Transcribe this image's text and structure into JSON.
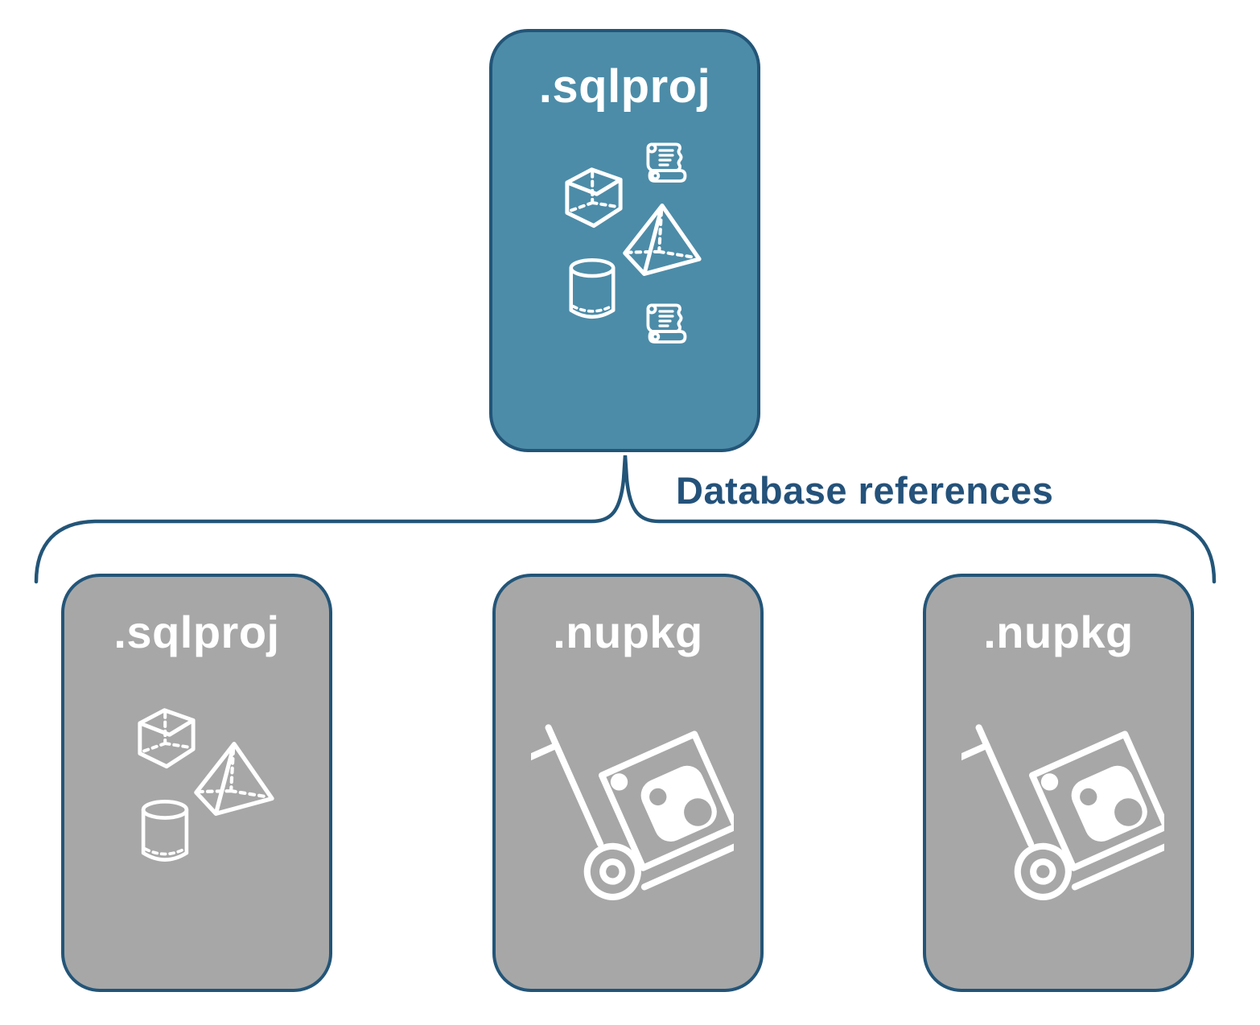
{
  "diagram": {
    "root": {
      "label": ".sqlproj",
      "icon": "sql-objects"
    },
    "connector_label": "Database references",
    "children": [
      {
        "label": ".sqlproj",
        "icon": "sql-objects"
      },
      {
        "label": ".nupkg",
        "icon": "nuget-package-dolly"
      },
      {
        "label": ".nupkg",
        "icon": "nuget-package-dolly"
      }
    ],
    "colors": {
      "root_fill": "#4C8CA8",
      "child_fill": "#A7A7A7",
      "outline": "#235578",
      "icon": "#FFFFFF",
      "label_text": "#FFFFFF",
      "connector_text": "#24527A"
    }
  }
}
